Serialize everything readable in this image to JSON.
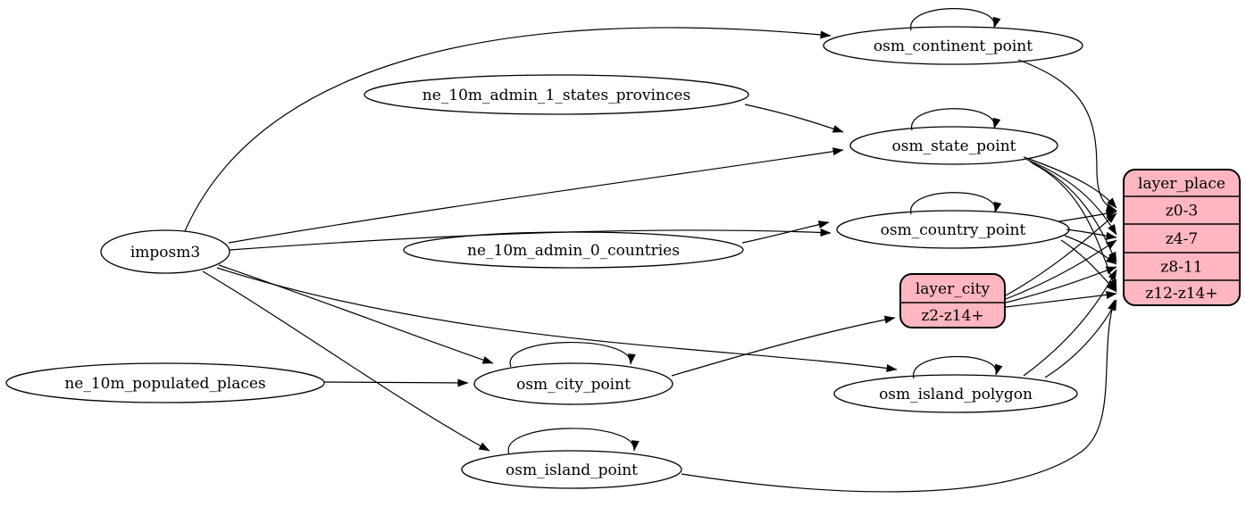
{
  "diagram": {
    "kind": "etl-graph",
    "colors": {
      "background": "#ffffff",
      "stroke": "#000000",
      "ellipse_fill": "#ffffff",
      "record_fill": "#ffb6c1"
    },
    "nodes": [
      {
        "id": "imposm3",
        "shape": "ellipse",
        "label": "imposm3"
      },
      {
        "id": "ne_10m_admin_1_states_provinces",
        "shape": "ellipse",
        "label": "ne_10m_admin_1_states_provinces"
      },
      {
        "id": "ne_10m_admin_0_countries",
        "shape": "ellipse",
        "label": "ne_10m_admin_0_countries"
      },
      {
        "id": "ne_10m_populated_places",
        "shape": "ellipse",
        "label": "ne_10m_populated_places"
      },
      {
        "id": "osm_continent_point",
        "shape": "ellipse",
        "label": "osm_continent_point"
      },
      {
        "id": "osm_state_point",
        "shape": "ellipse",
        "label": "osm_state_point"
      },
      {
        "id": "osm_country_point",
        "shape": "ellipse",
        "label": "osm_country_point"
      },
      {
        "id": "osm_city_point",
        "shape": "ellipse",
        "label": "osm_city_point"
      },
      {
        "id": "osm_island_polygon",
        "shape": "ellipse",
        "label": "osm_island_polygon"
      },
      {
        "id": "osm_island_point",
        "shape": "ellipse",
        "label": "osm_island_point"
      },
      {
        "id": "layer_city",
        "shape": "record",
        "rows": [
          "layer_city",
          "z2-z14+"
        ]
      },
      {
        "id": "layer_place",
        "shape": "record",
        "rows": [
          "layer_place",
          "z0-3",
          "z4-7",
          "z8-11",
          "z12-z14+"
        ]
      }
    ],
    "edges": [
      {
        "from": "imposm3",
        "to": "osm_continent_point"
      },
      {
        "from": "imposm3",
        "to": "osm_state_point"
      },
      {
        "from": "imposm3",
        "to": "osm_country_point"
      },
      {
        "from": "imposm3",
        "to": "osm_city_point"
      },
      {
        "from": "imposm3",
        "to": "osm_island_polygon"
      },
      {
        "from": "imposm3",
        "to": "osm_island_point"
      },
      {
        "from": "ne_10m_admin_1_states_provinces",
        "to": "osm_state_point"
      },
      {
        "from": "ne_10m_admin_0_countries",
        "to": "osm_country_point"
      },
      {
        "from": "ne_10m_populated_places",
        "to": "osm_city_point"
      },
      {
        "from": "osm_continent_point",
        "to": "osm_continent_point"
      },
      {
        "from": "osm_state_point",
        "to": "osm_state_point"
      },
      {
        "from": "osm_country_point",
        "to": "osm_country_point"
      },
      {
        "from": "osm_city_point",
        "to": "osm_city_point"
      },
      {
        "from": "osm_island_polygon",
        "to": "osm_island_polygon"
      },
      {
        "from": "osm_island_point",
        "to": "osm_island_point"
      },
      {
        "from": "osm_continent_point",
        "to": "layer_place",
        "to_port": "z0-3"
      },
      {
        "from": "osm_state_point",
        "to": "layer_place",
        "to_port": "z0-3"
      },
      {
        "from": "osm_state_point",
        "to": "layer_place",
        "to_port": "z4-7"
      },
      {
        "from": "osm_state_point",
        "to": "layer_place",
        "to_port": "z8-11"
      },
      {
        "from": "osm_state_point",
        "to": "layer_place",
        "to_port": "z12-z14+"
      },
      {
        "from": "osm_country_point",
        "to": "layer_place",
        "to_port": "z0-3"
      },
      {
        "from": "osm_country_point",
        "to": "layer_place",
        "to_port": "z4-7"
      },
      {
        "from": "osm_country_point",
        "to": "layer_place",
        "to_port": "z8-11"
      },
      {
        "from": "osm_country_point",
        "to": "layer_place",
        "to_port": "z12-z14+"
      },
      {
        "from": "osm_city_point",
        "to": "layer_city",
        "to_port": "z2-z14+"
      },
      {
        "from": "layer_city",
        "to": "layer_place",
        "to_port": "z0-3"
      },
      {
        "from": "layer_city",
        "to": "layer_place",
        "to_port": "z4-7"
      },
      {
        "from": "layer_city",
        "to": "layer_place",
        "to_port": "z8-11"
      },
      {
        "from": "layer_city",
        "to": "layer_place",
        "to_port": "z12-z14+"
      },
      {
        "from": "osm_island_polygon",
        "to": "layer_place",
        "to_port": "z8-11"
      },
      {
        "from": "osm_island_polygon",
        "to": "layer_place",
        "to_port": "z12-z14+"
      },
      {
        "from": "osm_island_point",
        "to": "layer_place",
        "to_port": "z12-z14+"
      }
    ]
  }
}
